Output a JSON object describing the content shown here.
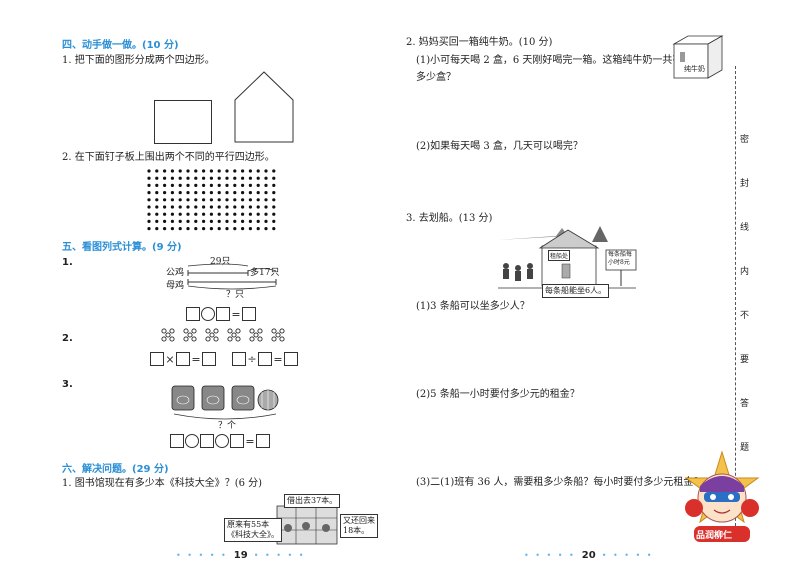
{
  "left": {
    "sec4_title": "四、动手做一做。(10 分)",
    "q4_1": "1. 把下面的图形分成两个四边形。",
    "q4_2": "2. 在下面钉子板上围出两个不同的平行四边形。",
    "sec5_title": "五、看图列式计算。(9 分)",
    "p1_num": "1.",
    "p1_gongji": "公鸡",
    "p1_muji": "母鸡",
    "p1_29": "29只",
    "p1_more17": "多17只",
    "p1_q": "？只",
    "p1_op1": "○",
    "p1_eq": "=",
    "p2_num": "2.",
    "p2_times": "×",
    "p2_div": "÷",
    "p2_eq": "=",
    "p3_num": "3.",
    "p3_q": "？个",
    "p3_eq": "=",
    "sec6_title": "六、解决问题。(29 分)",
    "q6_1": "1. 图书馆现在有多少本《科技大全》？(6 分)",
    "note_lent": "借出去37本。",
    "note_orig1": "原来有55本",
    "note_orig2": "《科技大全》。",
    "note_ret1": "又还回来",
    "note_ret2": "18本。",
    "page": "19"
  },
  "right": {
    "q2": "2. 妈妈买回一箱纯牛奶。(10 分)",
    "q2_1a": "(1)小可每天喝 2 盒，6 天刚好喝完一箱。这箱纯牛奶一共有",
    "q2_1b": "多少盒？",
    "q2_2": "(2)如果每天喝 3 盒，几天可以喝完？",
    "milk_label": "纯牛奶",
    "q3": "3. 去划船。(13 分)",
    "boat_sign": "租船处",
    "boat_price1": "每条船每",
    "boat_price2": "小时8元",
    "boat_cap": "每条船能坐6人。",
    "q3_1": "(1)3 条船可以坐多少人？",
    "q3_2": "(2)5 条船一小时要付多少元的租金？",
    "q3_3": "(3)二(1)班有 36 人，需要租多少条船？每小时要付多少元租金？",
    "page": "20",
    "side_chars": [
      "密",
      "封",
      "线",
      "内",
      "不",
      "要",
      "答",
      "题"
    ],
    "mascot_label": "品润柳仁"
  }
}
